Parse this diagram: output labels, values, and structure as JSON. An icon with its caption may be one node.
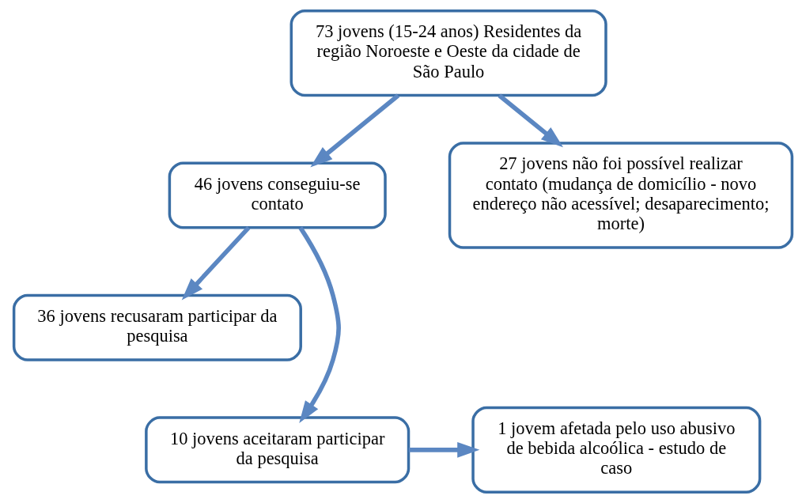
{
  "diagram": {
    "nodes": [
      {
        "text": [
          "73 jovens (15-24 anos) Residentes da região Noroeste e Oeste da cidade de São Paulo"
        ]
      },
      {
        "text": [
          "46 jovens conseguiu-se contato"
        ]
      },
      {
        "text": [
          "27 jovens não foi possível realizar contato (mudança de domicílio - novo endereço não acessível; desaparecimento; morte)"
        ]
      },
      {
        "text": [
          "36 jovens recusaram participar da pesquisa"
        ]
      },
      {
        "text": [
          "10 jovens aceitaram participar da pesquisa"
        ]
      },
      {
        "text": [
          "1 jovem afetada pelo uso abusivo de bebida alcoólica - estudo de caso"
        ]
      }
    ],
    "edges": [
      {
        "from": 0,
        "to": 1,
        "arrow": "to"
      },
      {
        "from": 0,
        "to": 2,
        "arrow": "to"
      },
      {
        "from": 1,
        "to": 3,
        "arrow": "to"
      },
      {
        "from": 1,
        "to": 4,
        "arrow": "to"
      },
      {
        "from": 4,
        "to": 5,
        "arrow": "to"
      }
    ]
  }
}
